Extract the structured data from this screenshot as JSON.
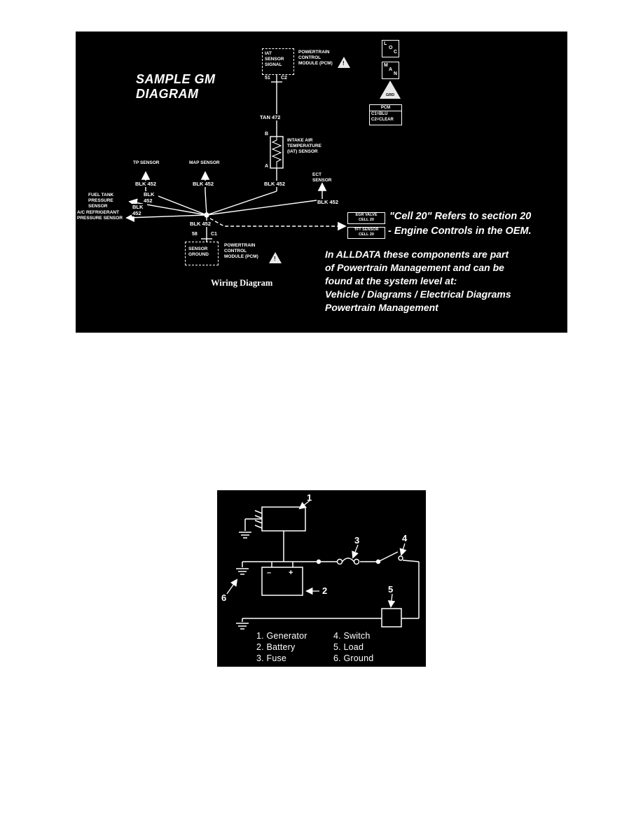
{
  "colors": {
    "panel_bg": "#000000",
    "ink": "#ffffff"
  },
  "icons": {
    "warning_glyph": "!"
  },
  "top_diagram": {
    "title": [
      "SAMPLE GM",
      "DIAGRAM"
    ],
    "caption": "Wiring Diagram",
    "pcm_top": {
      "signal_box": "IAT SENSOR SIGNAL",
      "module": "POWERTRAIN CONTROL MODULE (PCM)",
      "pin_left": "51",
      "pin_right": "C2"
    },
    "pcm_bottom": {
      "ground_box": "SENSOR GROUND",
      "module": "POWERTRAIN CONTROL MODULE (PCM)",
      "pin_left": "58",
      "pin_right": "C1"
    },
    "wire_labels": {
      "tan": "TAN 472",
      "blk": "BLK 452"
    },
    "iat_sensor": {
      "label": "INTAKE AIR TEMPERATURE (IAT) SENSOR",
      "pin_top": "B",
      "pin_bottom": "A"
    },
    "sensors": {
      "tp": "TP SENSOR",
      "map": "MAP SENSOR",
      "ect": "ECT SENSOR",
      "fuel_tank": "FUEL TANK PRESSURE SENSOR",
      "ac": "A/C REFRIGERANT PRESSURE SENSOR"
    },
    "margin_icons": {
      "loc": [
        "L",
        "O",
        "C"
      ],
      "man": [
        "M",
        "A",
        "N"
      ],
      "grd": "GRD",
      "pcm_key": [
        "PCM",
        "C1=BLU",
        "C2=CLEAR"
      ]
    },
    "cell_boxes": {
      "egr": [
        "EGR VALVE",
        "CELL 20"
      ],
      "tft": [
        "TFT SENSOR",
        "CELL 20"
      ]
    },
    "note_cell20": [
      "\"Cell 20\" Refers to section 20",
      "- Engine Controls in the OEM."
    ],
    "note_alldata": [
      "In ALLDATA these components are part",
      "of Powertrain Management and can be",
      "found at the system level at:",
      "Vehicle / Diagrams / Electrical Diagrams",
      "Powertrain Management"
    ]
  },
  "bottom_diagram": {
    "callouts": [
      "1",
      "2",
      "3",
      "4",
      "5",
      "6"
    ],
    "battery": {
      "minus": "–",
      "plus": "+"
    },
    "legend_col1": [
      "1. Generator",
      "2. Battery",
      "3. Fuse"
    ],
    "legend_col2": [
      "4. Switch",
      "5. Load",
      "6. Ground"
    ]
  }
}
